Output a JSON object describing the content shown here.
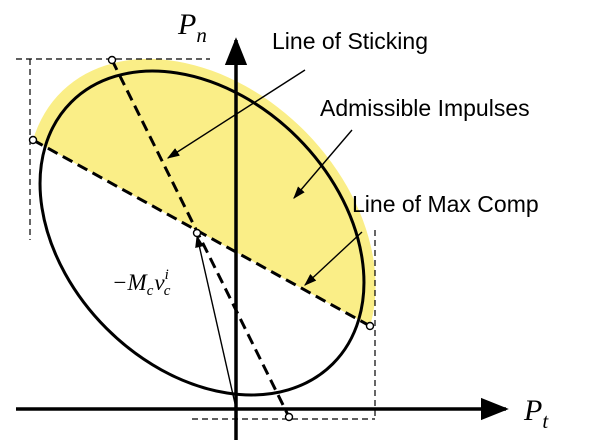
{
  "axes": {
    "horizontal": {
      "symbol": "P",
      "subscript": "t"
    },
    "vertical": {
      "symbol": "P",
      "subscript": "n"
    }
  },
  "annotations": {
    "sticking": "Line of Sticking",
    "admissible": "Admissible Impulses",
    "max_comp": "Line of Max Comp"
  },
  "vector_label": {
    "prefix": "−M",
    "sub1": "c",
    "base": "v",
    "sup": "i",
    "sub2": "c"
  },
  "colors": {
    "admissible_fill": "#FAEE87",
    "ink": "#000000"
  }
}
